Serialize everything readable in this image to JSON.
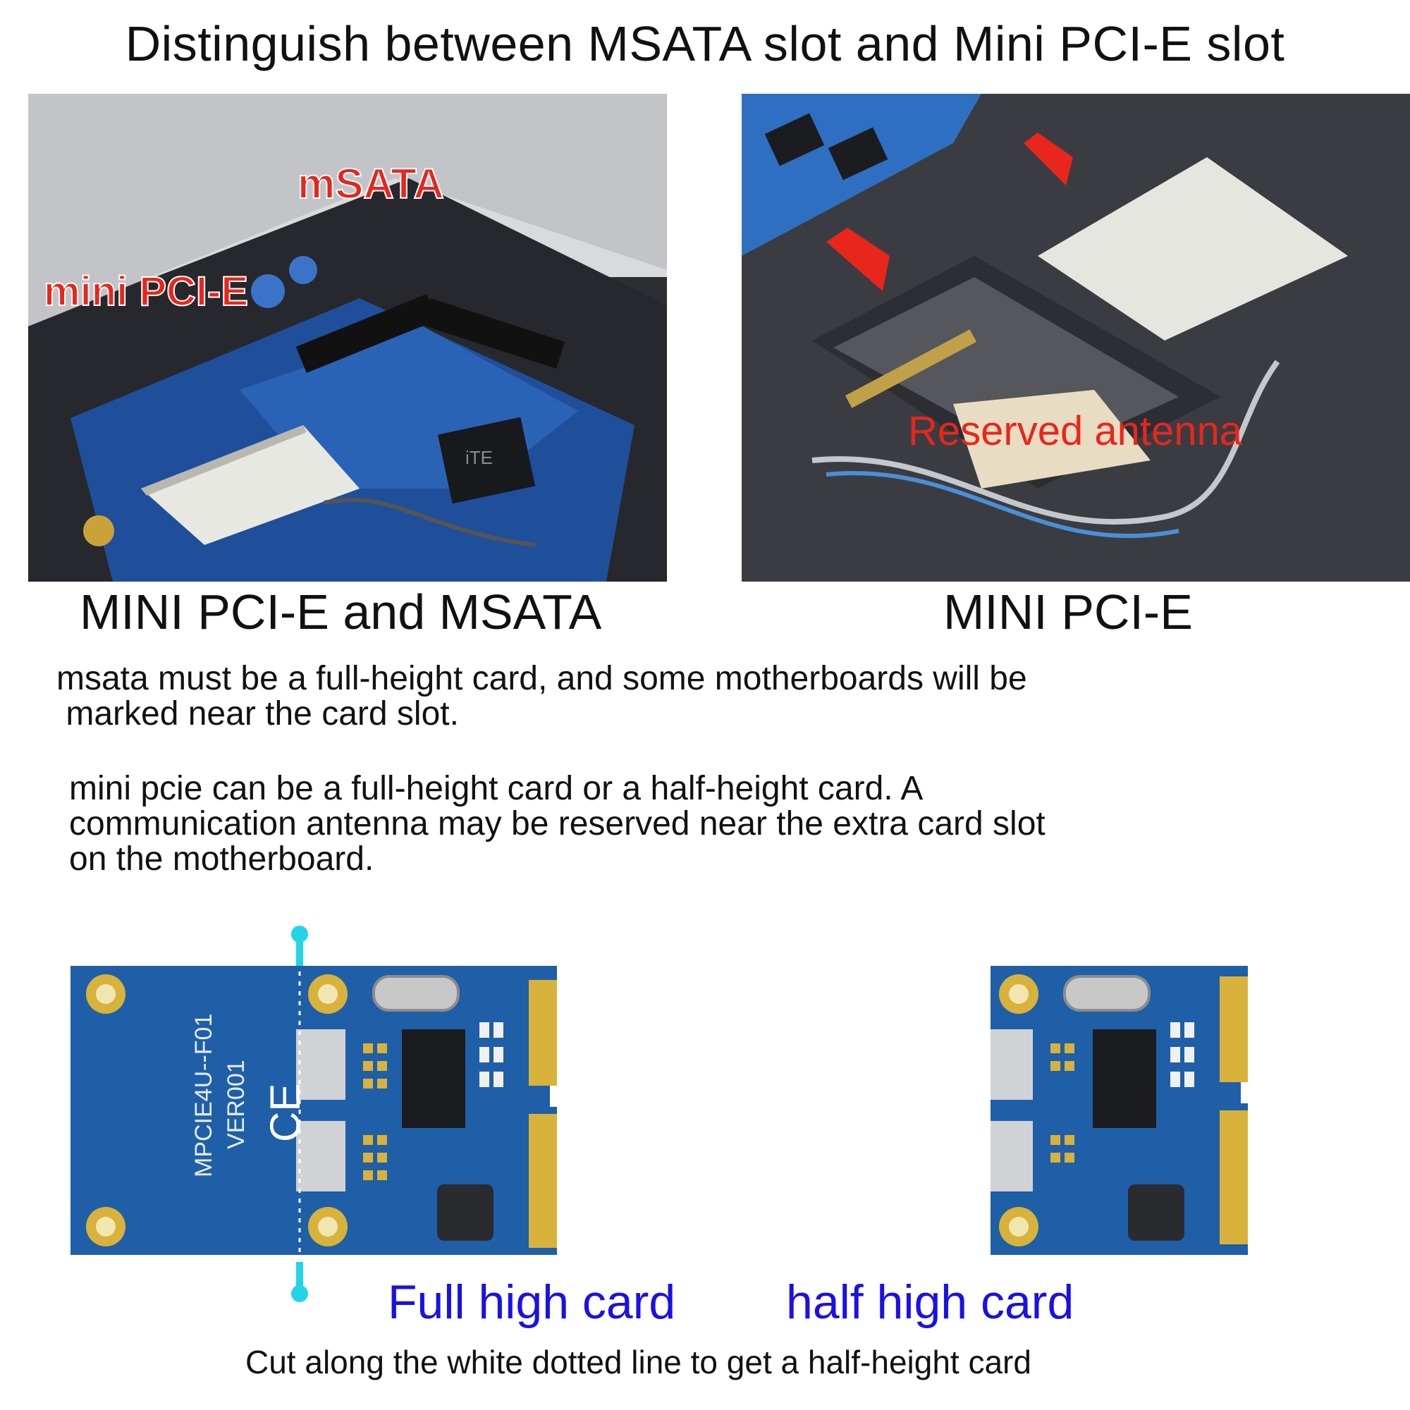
{
  "title": "Distinguish between MSATA slot and Mini PCI-E slot",
  "photo_left": {
    "msata_label": "mSATA",
    "minipcie_label": "mini PCI-E",
    "caption": "MINI PCI-E and MSATA"
  },
  "photo_right": {
    "antenna_label": "Reserved antenna",
    "caption": "MINI PCI-E"
  },
  "paragraphs": {
    "msata": [
      "msata must be a full-height card, and some motherboards will be",
      " marked near the card slot."
    ],
    "minipcie": [
      "mini pcie can be a full-height card or a half-height card. A",
      "communication antenna may be reserved near the extra card slot",
      "on the motherboard."
    ]
  },
  "cards": {
    "full": {
      "label": "Full high card",
      "model": "MPCIE4U--F01",
      "version": "VER001",
      "mark": "CE"
    },
    "half": {
      "label": "half high card"
    },
    "cut_note": "Cut along the white dotted line to get a half-height card"
  },
  "colors": {
    "accent_red": "#e8261c",
    "card_blue": "#1e5fa8",
    "label_blue": "#1a10e8",
    "cut_marker": "#22d4e8"
  }
}
